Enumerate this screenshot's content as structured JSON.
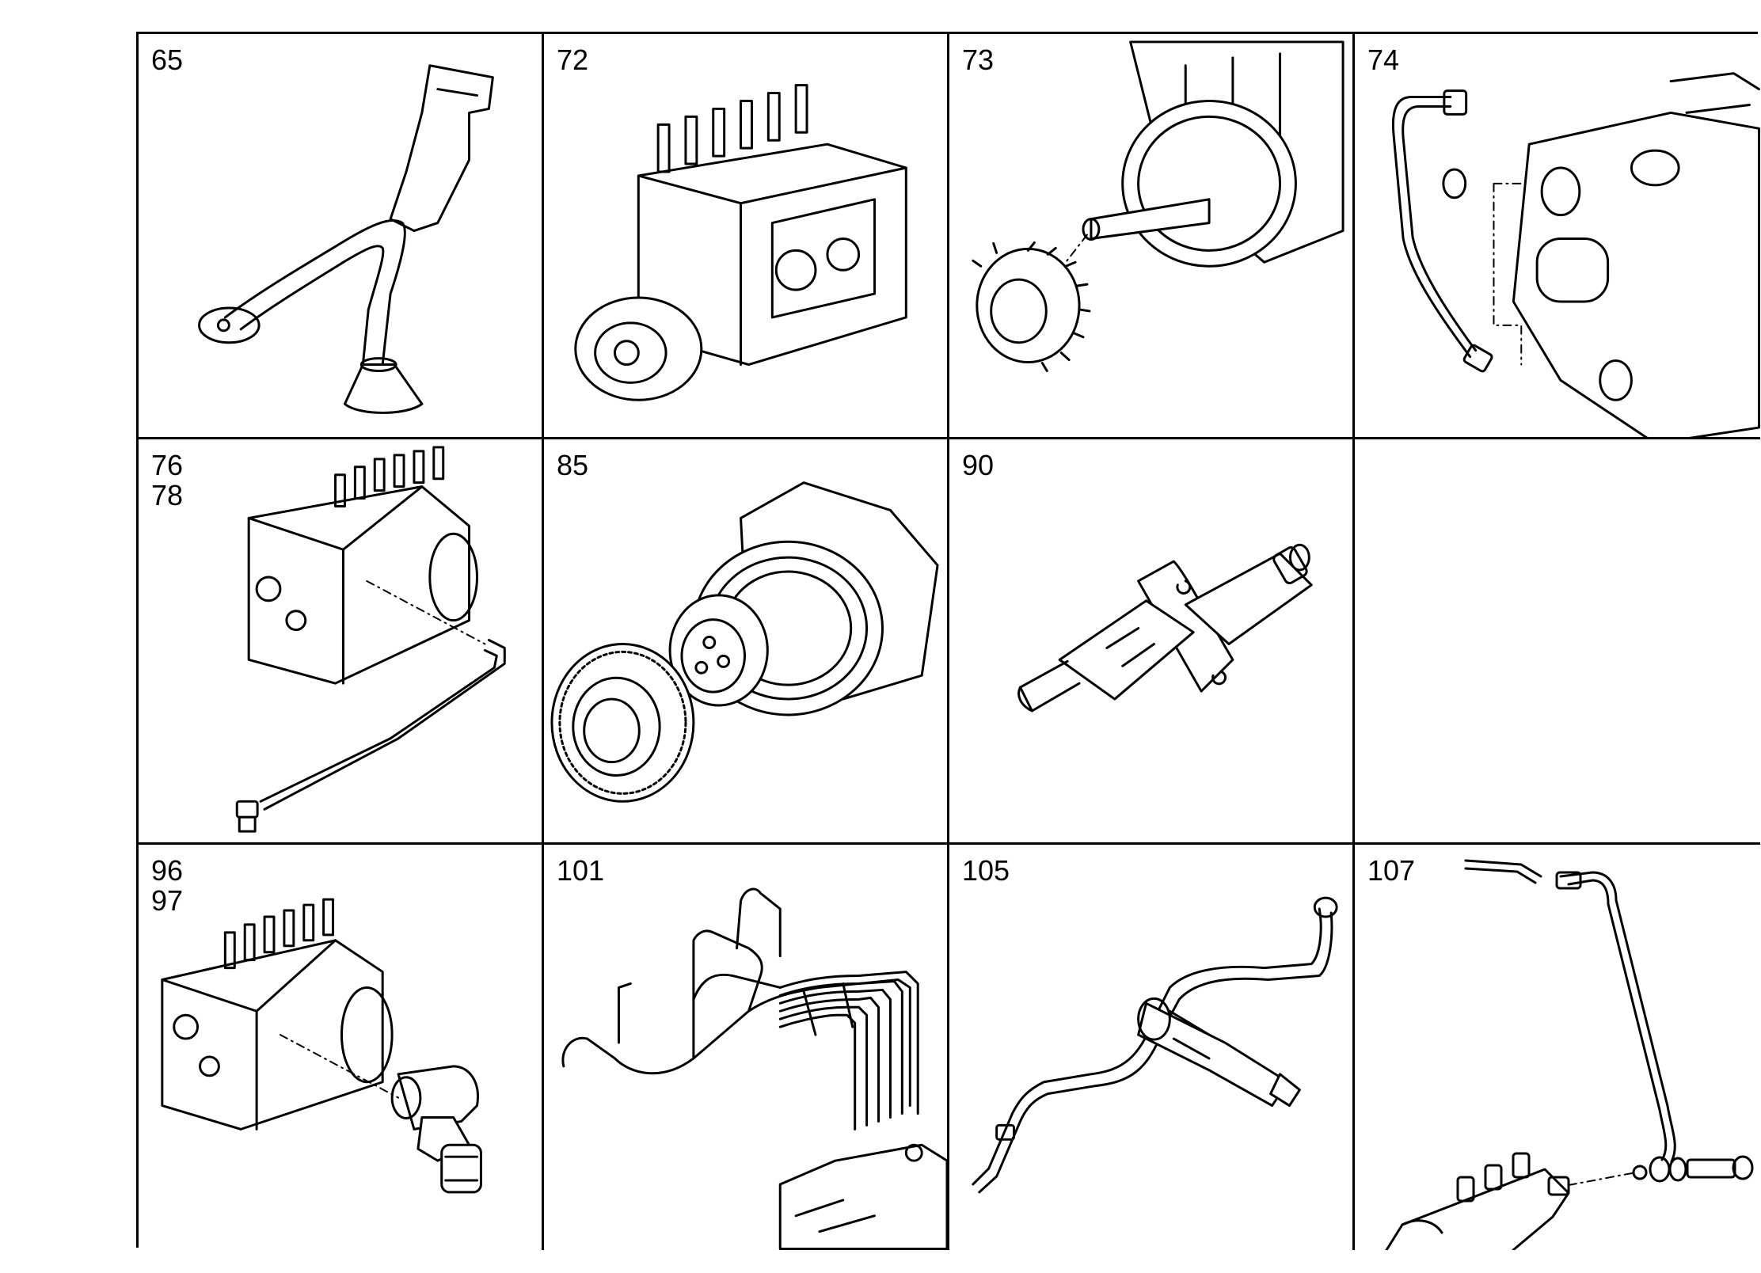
{
  "cells": [
    {
      "labels": [
        "65"
      ],
      "icon": "oil-strainer-pipe"
    },
    {
      "labels": [
        "72"
      ],
      "icon": "injection-pump-assembly"
    },
    {
      "labels": [
        "73"
      ],
      "icon": "pump-drive-gear"
    },
    {
      "labels": [
        "74"
      ],
      "icon": "pump-pipe-fitting"
    },
    {
      "labels": [
        "76",
        "78"
      ],
      "icon": "pump-feed-pipe"
    },
    {
      "labels": [
        "85"
      ],
      "icon": "pump-timer-gear"
    },
    {
      "labels": [
        "90"
      ],
      "icon": "injection-nozzle"
    },
    {
      "labels": [],
      "icon": "empty"
    },
    {
      "labels": [
        "96",
        "97"
      ],
      "icon": "overflow-valve"
    },
    {
      "labels": [
        "101"
      ],
      "icon": "injection-pipes"
    },
    {
      "labels": [
        "105"
      ],
      "icon": "nozzle-leak-pipe"
    },
    {
      "labels": [
        "107"
      ],
      "icon": "fuel-return-pipe"
    }
  ]
}
